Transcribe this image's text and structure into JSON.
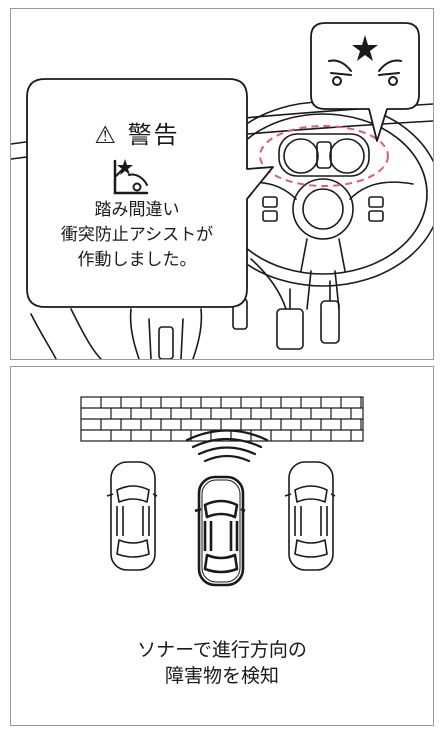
{
  "warning": {
    "title_symbol": "⚠",
    "title": "警告",
    "message_lines": [
      "踏み間違い",
      "衝突防止アシストが",
      "作動しました。"
    ],
    "icon": "pedal-misapplication-icon"
  },
  "collision_bubble": {
    "icon": "collision-icon"
  },
  "detection": {
    "caption_lines": [
      "ソナーで進行方向の",
      "障害物を検知"
    ]
  },
  "colors": {
    "highlight_dash": "#e05a7a",
    "line": "#1a1a1a",
    "frame": "#9a9a9a"
  }
}
